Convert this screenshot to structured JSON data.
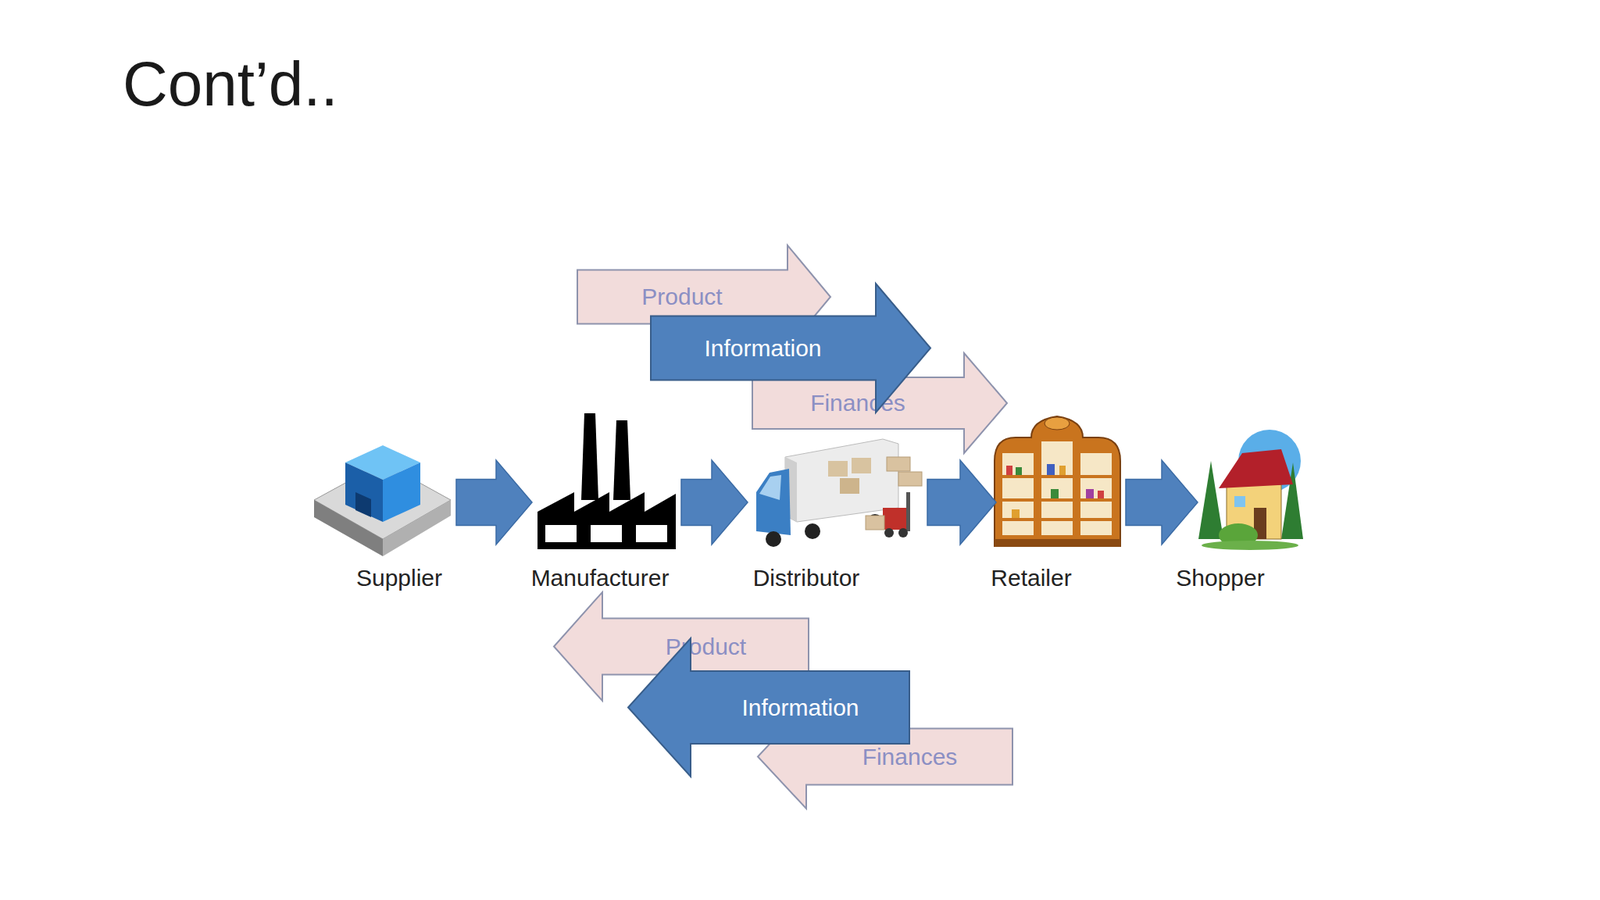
{
  "diagram": {
    "title": "Cont’d..",
    "nodes": [
      {
        "text": [
          "Product"
        ]
      },
      {
        "text": [
          "Information"
        ]
      },
      {
        "text": [
          "Finances"
        ]
      },
      {
        "text": [
          "Supplier"
        ]
      },
      {
        "text": [
          "Manufacturer"
        ]
      },
      {
        "text": [
          "Distributor"
        ]
      },
      {
        "text": [
          "Retailer"
        ]
      },
      {
        "text": [
          "Shopper"
        ]
      },
      {
        "text": [
          "Product"
        ]
      },
      {
        "text": [
          "Information"
        ]
      },
      {
        "text": [
          "Finances"
        ]
      }
    ],
    "edges": [
      {
        "from": 3,
        "to": 4,
        "arrow": "to"
      },
      {
        "from": 4,
        "to": 5,
        "arrow": "to"
      },
      {
        "from": 5,
        "to": 6,
        "arrow": "to"
      },
      {
        "from": 6,
        "to": 7,
        "arrow": "to"
      }
    ]
  }
}
